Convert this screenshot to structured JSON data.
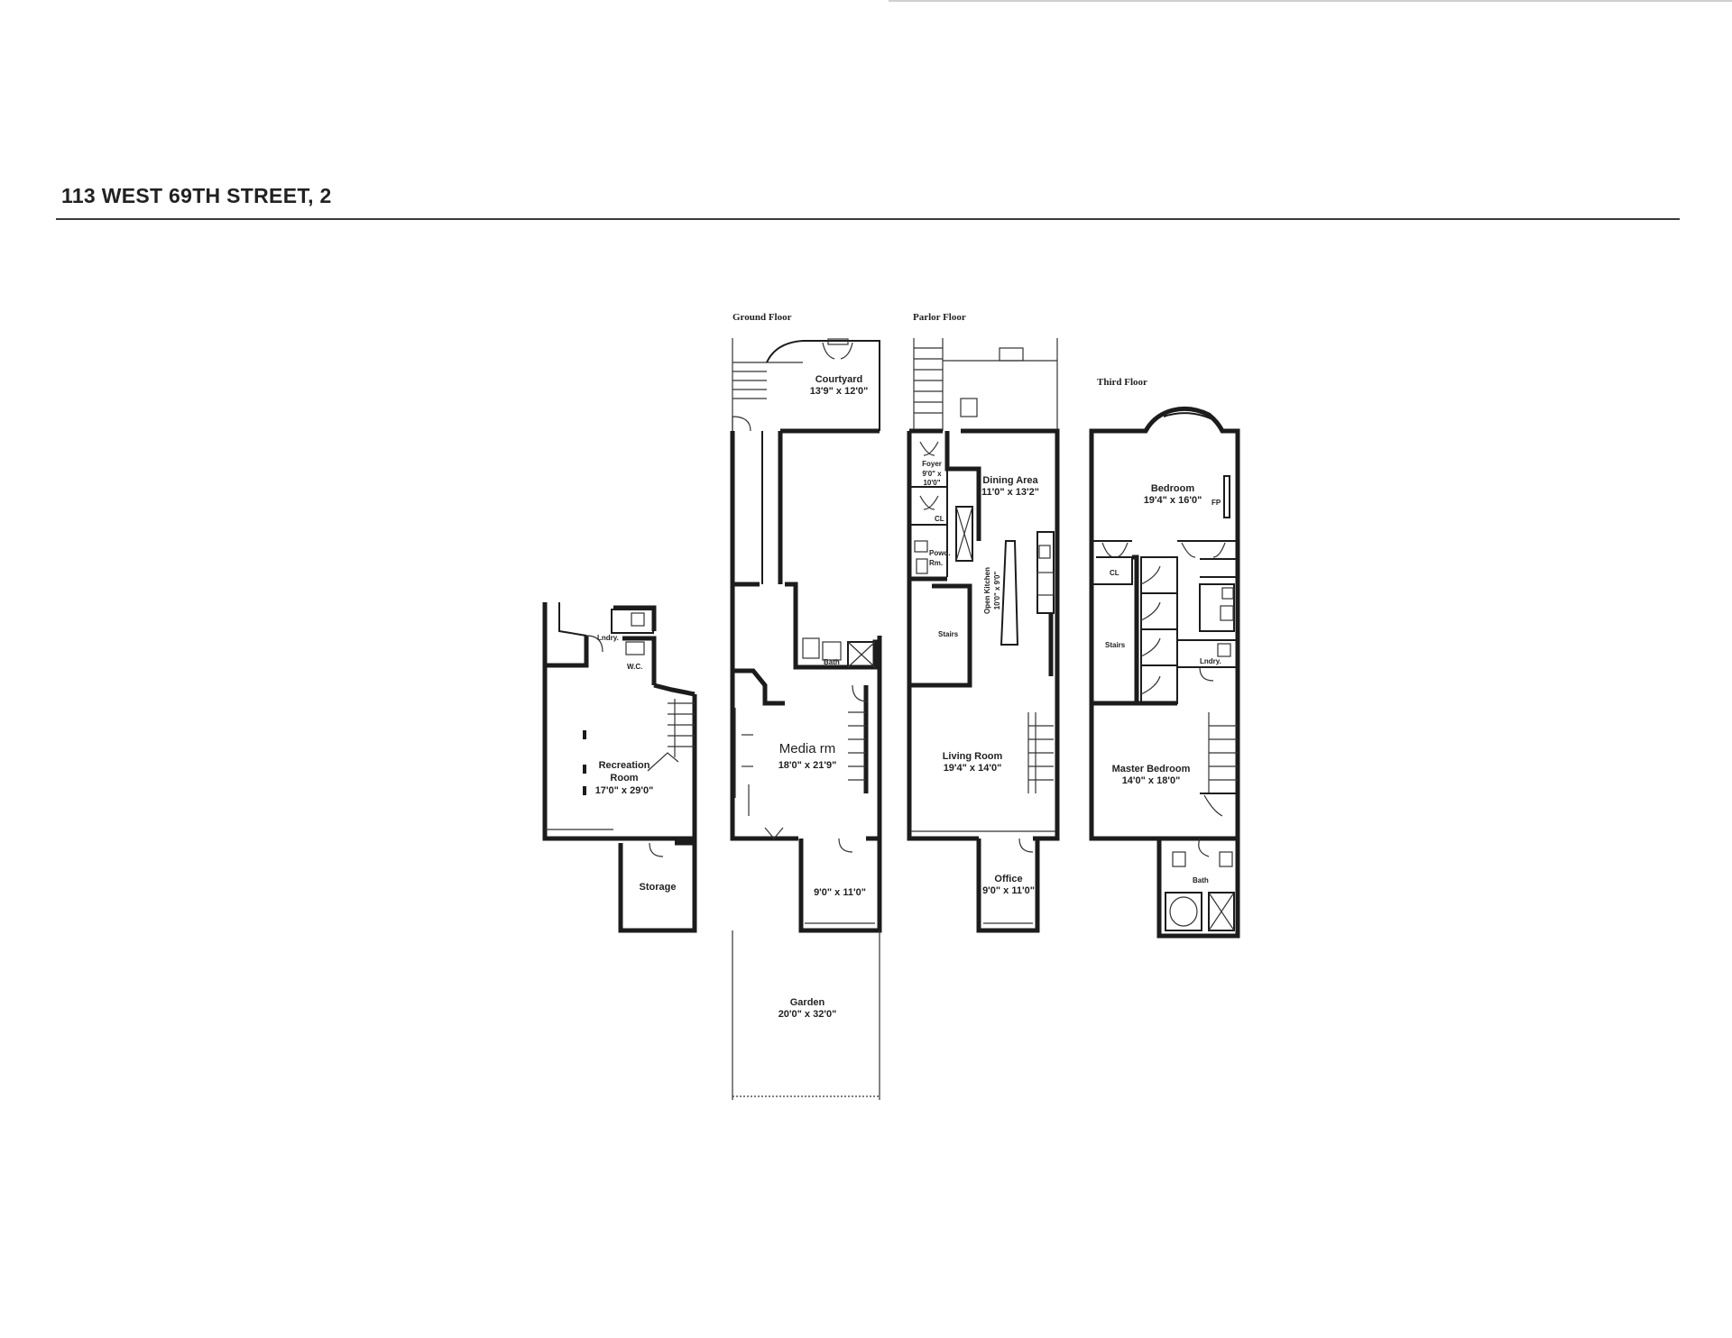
{
  "header": {
    "title": "113 WEST 69TH STREET, 2"
  },
  "floors": {
    "cellar": {
      "rooms": {
        "laundry": "Lndry.",
        "wc": "W.C.",
        "recreation_name_1": "Recreation",
        "recreation_name_2": "Room",
        "recreation_dim": "17'0\" x 29'0\"",
        "storage": "Storage"
      }
    },
    "ground": {
      "title": "Ground Floor",
      "rooms": {
        "courtyard_name": "Courtyard",
        "courtyard_dim": "13'9\" x 12'0\"",
        "bath": "Bath",
        "media_name": "Media rm",
        "media_dim": "18'0\" x 21'9\"",
        "small_room_dim": "9'0\" x 11'0\"",
        "garden_name": "Garden",
        "garden_dim": "20'0\" x 32'0\""
      }
    },
    "parlor": {
      "title": "Parlor Floor",
      "rooms": {
        "foyer_name": "Foyer",
        "foyer_dim_1": "9'0\" x",
        "foyer_dim_2": "10'0\"",
        "dining_name": "Dining Area",
        "dining_dim": "11'0\" x 13'2\"",
        "closet": "CL",
        "powder_1": "Powd.",
        "powder_2": "Rm.",
        "kitchen_name": "Open Kitchen",
        "kitchen_dim": "10'0\" x 9'0\"",
        "stairs": "Stairs",
        "living_name": "Living Room",
        "living_dim": "19'4\" x 14'0\"",
        "office_name": "Office",
        "office_dim": "9'0\" x 11'0\""
      }
    },
    "third": {
      "title": "Third Floor",
      "rooms": {
        "bedroom_name": "Bedroom",
        "bedroom_dim": "19'4\" x 16'0\"",
        "fireplace": "FP",
        "closet": "CL",
        "stairs": "Stairs",
        "laundry": "Lndry.",
        "master_name": "Master Bedroom",
        "master_dim": "14'0\" x 18'0\"",
        "bath": "Bath"
      }
    }
  }
}
